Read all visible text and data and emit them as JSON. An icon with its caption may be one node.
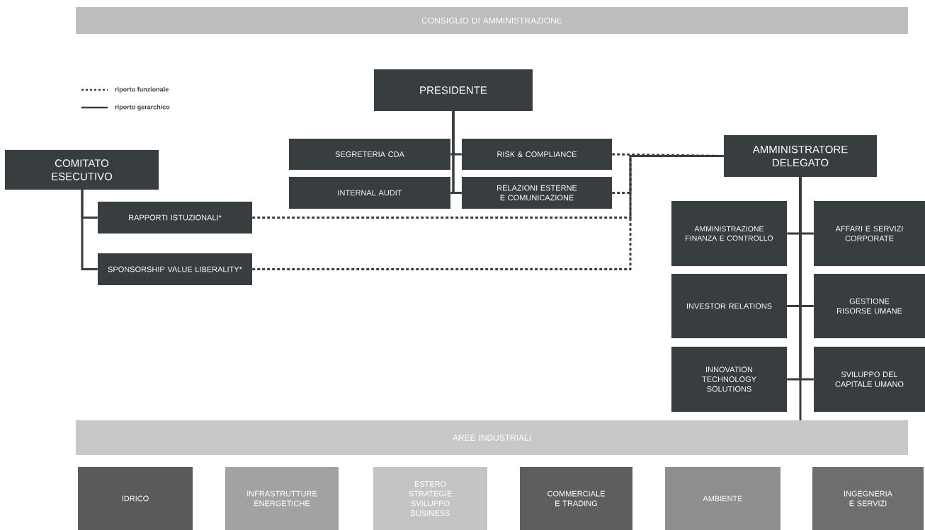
{
  "diagram": {
    "nodes": [
      {
        "text": [
          "CONSIGLIO DI AMMINISTRAZIONE"
        ]
      },
      {
        "text": [
          "PRESIDENTE"
        ]
      },
      {
        "text": [
          "SEGRETERIA CDA"
        ]
      },
      {
        "text": [
          "RISK & COMPLIANCE"
        ]
      },
      {
        "text": [
          "INTERNAL AUDIT"
        ]
      },
      {
        "text": [
          "RELAZIONI ESTERNE E COMUNICAZIONE"
        ]
      },
      {
        "text": [
          "COMITATO ESECUTIVO"
        ]
      },
      {
        "text": [
          "RAPPORTI ISTUZIONALI*"
        ]
      },
      {
        "text": [
          "SPONSORSHIP VALUE LIBERALITY*"
        ]
      },
      {
        "text": [
          "AMMINISTRATORE DELEGATO"
        ]
      },
      {
        "text": [
          "AMMINISTRAZIONE FINANZA E CONTROLLO"
        ]
      },
      {
        "text": [
          "AFFARI E SERVIZI CORPORATE"
        ]
      },
      {
        "text": [
          "INVESTOR RELATIONS"
        ]
      },
      {
        "text": [
          "GESTIONE RISORSE UMANE"
        ]
      },
      {
        "text": [
          "INNOVATION TECHNOLOGY SOLUTIONS"
        ]
      },
      {
        "text": [
          "SVILUPPO DEL CAPITALE UMANO"
        ]
      },
      {
        "text": [
          "AREE INDUSTRIALI"
        ]
      },
      {
        "text": [
          "IDRICO"
        ]
      },
      {
        "text": [
          "INFRASTRUTTURE ENERGETICHE"
        ]
      },
      {
        "text": [
          "ESTERO STRATEGIE SVILUPPO BUSINESS"
        ]
      },
      {
        "text": [
          "COMMERCIALE E TRADING"
        ]
      },
      {
        "text": [
          "AMBIENTE"
        ]
      },
      {
        "text": [
          "INGEGNERIA E SERVIZI"
        ]
      }
    ],
    "edges": [
      {
        "from": 1,
        "to": 2,
        "arrow": "none"
      },
      {
        "from": 1,
        "to": 3,
        "arrow": "none"
      },
      {
        "from": 1,
        "to": 4,
        "arrow": "none"
      },
      {
        "from": 1,
        "to": 5,
        "arrow": "none"
      },
      {
        "from": 6,
        "to": 7,
        "arrow": "none"
      },
      {
        "from": 6,
        "to": 8,
        "arrow": "none"
      },
      {
        "from": 9,
        "to": 10,
        "arrow": "none"
      },
      {
        "from": 9,
        "to": 11,
        "arrow": "none"
      },
      {
        "from": 9,
        "to": 12,
        "arrow": "none"
      },
      {
        "from": 9,
        "to": 13,
        "arrow": "none"
      },
      {
        "from": 9,
        "to": 14,
        "arrow": "none"
      },
      {
        "from": 9,
        "to": 15,
        "arrow": "none"
      },
      {
        "from": 9,
        "to": 16,
        "arrow": "none"
      },
      {
        "from": 3,
        "to": 9,
        "arrow": "none",
        "style": "dashed"
      },
      {
        "from": 5,
        "to": 9,
        "arrow": "none",
        "style": "dashed"
      },
      {
        "from": 7,
        "to": 9,
        "arrow": "none",
        "style": "dashed"
      },
      {
        "from": 8,
        "to": 9,
        "arrow": "none",
        "style": "dashed"
      }
    ],
    "legend": [
      {
        "text": "riporto funzionale"
      },
      {
        "text": "riporto gerarchico"
      }
    ]
  }
}
